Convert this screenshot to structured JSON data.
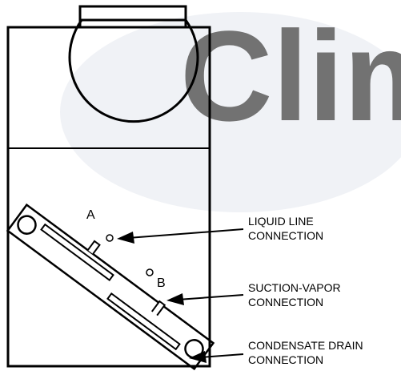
{
  "diagram": {
    "point_labels": {
      "a": "A",
      "b": "B"
    },
    "callouts": {
      "liquid_line": [
        "LIQUID LINE",
        "CONNECTION"
      ],
      "suction_vapor": [
        "SUCTION-VAPOR",
        "CONNECTION"
      ],
      "condensate_drain": [
        "CONDENSATE DRAIN",
        "CONNECTION"
      ]
    },
    "watermark": {
      "text": "Clima",
      "color": "#d8dce6"
    },
    "colors": {
      "line": "#000000",
      "background": "#ffffff"
    }
  }
}
